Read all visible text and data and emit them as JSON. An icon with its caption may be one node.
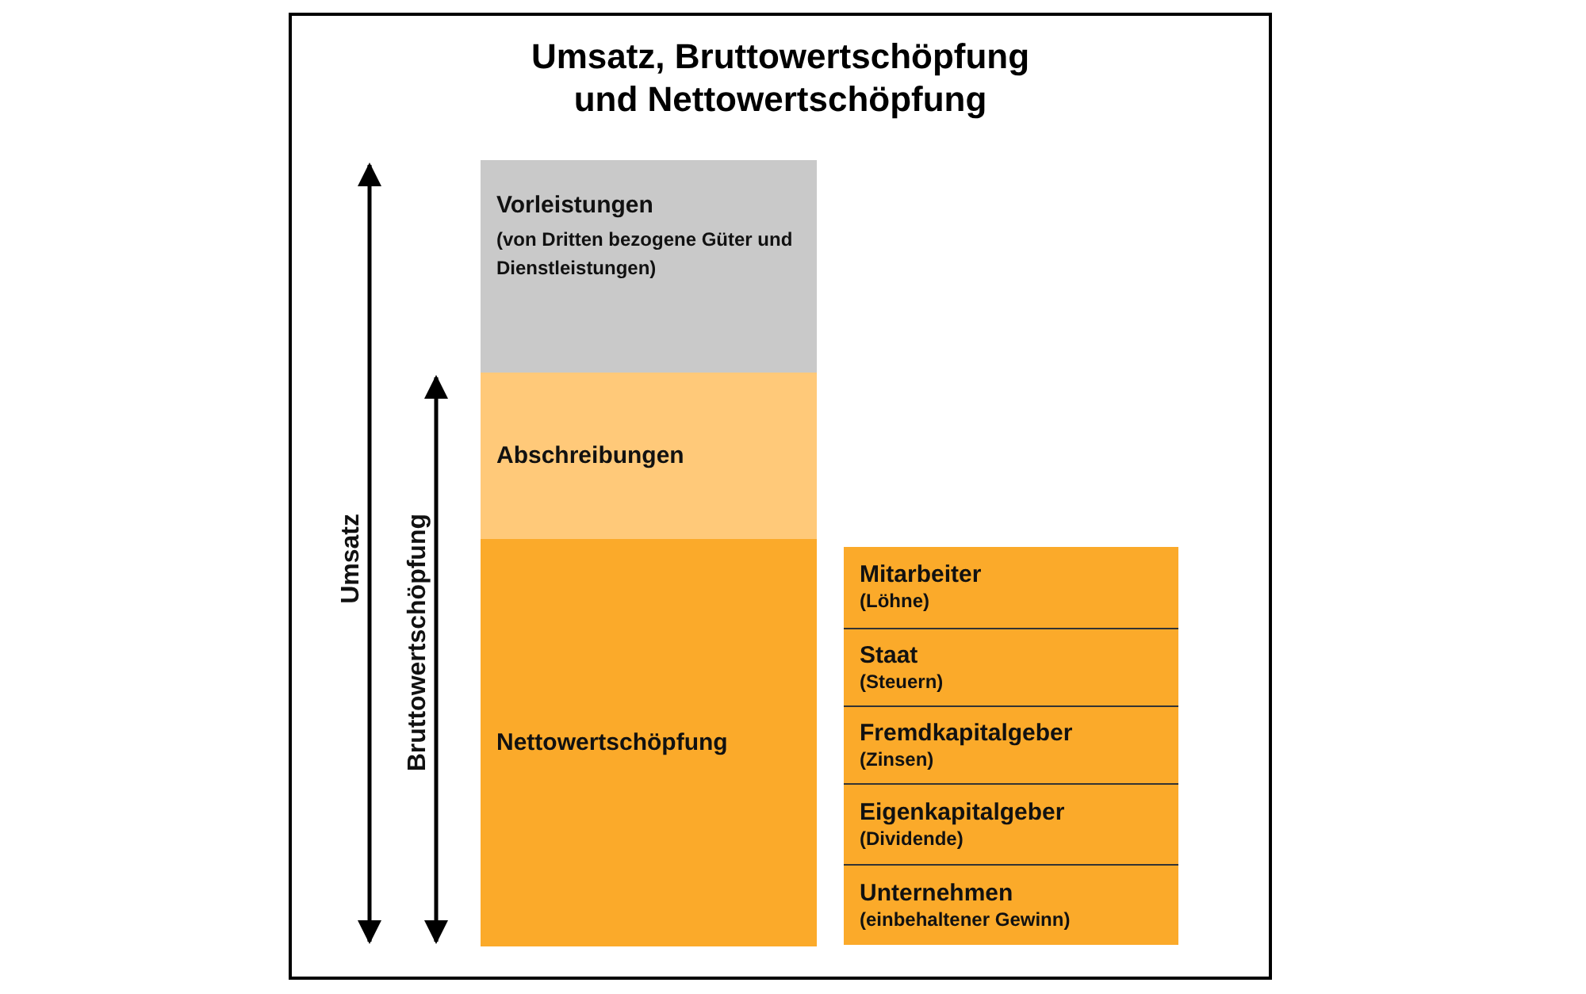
{
  "diagram": {
    "title": "Umsatz, Bruttowertschöpfung und Nettowertschöpfung",
    "nodes": [
      {
        "text": [
          "Vorleistungen",
          "(von Dritten bezogene Güter und Dienstleistungen)"
        ]
      },
      {
        "text": [
          "Abschreibungen"
        ]
      },
      {
        "text": [
          "Nettowertschöpfung"
        ]
      },
      {
        "text": [
          "Mitarbeiter",
          "(Löhne)"
        ]
      },
      {
        "text": [
          "Staat",
          "(Steuern)"
        ]
      },
      {
        "text": [
          "Fremdkapitalgeber",
          "(Zinsen)"
        ]
      },
      {
        "text": [
          "Eigenkapitalgeber",
          "(Dividende)"
        ]
      },
      {
        "text": [
          "Unternehmen",
          "(einbehaltener Gewinn)"
        ]
      }
    ],
    "labels": [
      "Umsatz",
      "Bruttowertschöpfung"
    ]
  }
}
